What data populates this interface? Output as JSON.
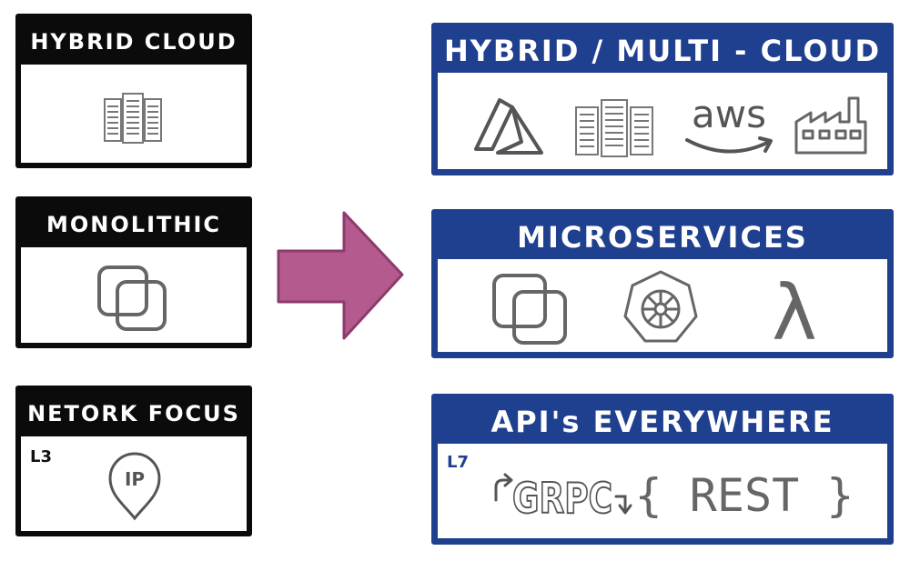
{
  "colors": {
    "legacy_frame": "#0b0b0b",
    "modern_frame": "#1f3f8f",
    "arrow": "#b55a8f",
    "icon_stroke": "#555555"
  },
  "legacy": {
    "hybrid_cloud": {
      "title": "HYBRID CLOUD",
      "icons": [
        "server-rack-icon"
      ]
    },
    "monolithic": {
      "title": "MONOLITHIC",
      "icons": [
        "overlapping-squares-icon"
      ]
    },
    "network_focus": {
      "title": "NETORK FOCUS",
      "layer_tag": "L3",
      "icons": [
        "ip-pin-icon"
      ],
      "ip_label": "IP"
    }
  },
  "transition": {
    "icon": "arrow-right-icon"
  },
  "modern": {
    "multi_cloud": {
      "title": "HYBRID / MULTI - CLOUD",
      "icons": [
        "azure-icon",
        "server-rack-icon",
        "aws-icon",
        "factory-icon"
      ],
      "aws_label": "aws"
    },
    "microservices": {
      "title": "MICROSERVICES",
      "icons": [
        "overlapping-squares-icon",
        "kubernetes-icon",
        "lambda-icon"
      ],
      "lambda_label": "λ"
    },
    "apis": {
      "title": "API's EVERYWHERE",
      "layer_tag": "L7",
      "icons": [
        "grpc-logo",
        "rest-logo"
      ],
      "grpc_label": "GRPC",
      "rest_label": "{ REST }"
    }
  }
}
